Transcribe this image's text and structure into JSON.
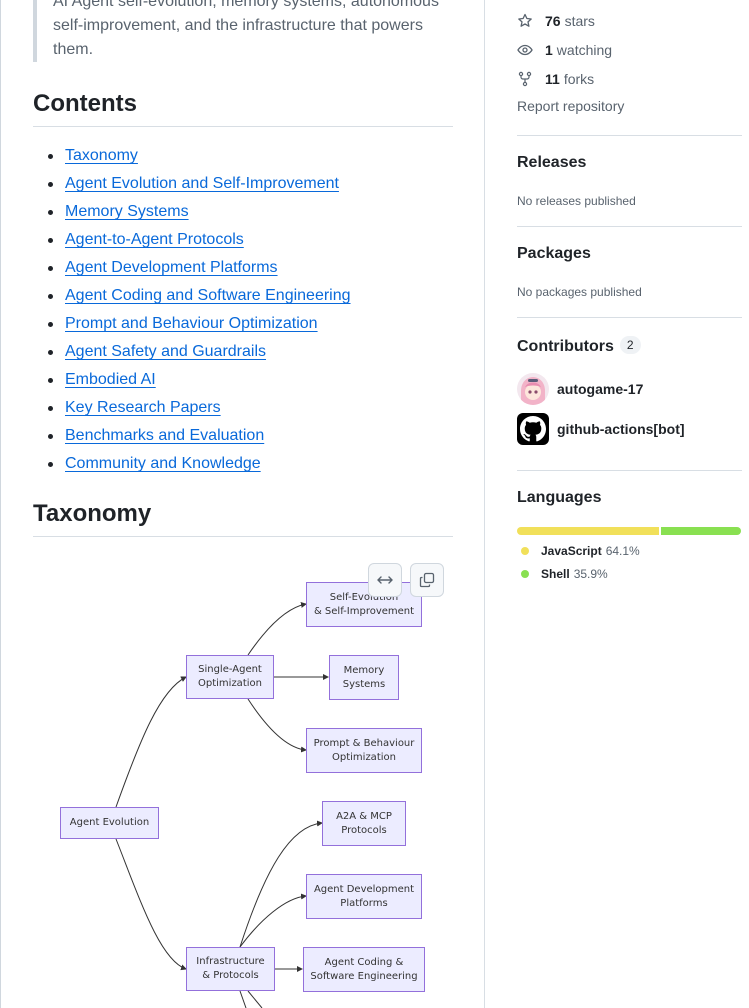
{
  "readme": {
    "description": "AI Agent self-evolution, memory systems, autonomous self-improvement, and the infrastructure that powers them.",
    "contents_heading": "Contents",
    "toc": [
      "Taxonomy",
      "Agent Evolution and Self-Improvement",
      "Memory Systems",
      "Agent-to-Agent Protocols",
      "Agent Development Platforms",
      "Agent Coding and Software Engineering",
      "Prompt and Behaviour Optimization",
      "Agent Safety and Guardrails",
      "Embodied AI",
      "Key Research Papers",
      "Benchmarks and Evaluation",
      "Community and Knowledge"
    ],
    "taxonomy_heading": "Taxonomy"
  },
  "diagram": {
    "nodes": {
      "root": "Agent Evolution",
      "single": [
        "Single-Agent",
        "Optimization"
      ],
      "selfevo": [
        "Self-Evolution",
        "& Self-Improvement"
      ],
      "memory": [
        "Memory",
        "Systems"
      ],
      "prompt": [
        "Prompt & Behaviour",
        "Optimization"
      ],
      "infra": [
        "Infrastructure",
        "& Protocols"
      ],
      "a2a": [
        "A2A & MCP",
        "Protocols"
      ],
      "platforms": [
        "Agent Development",
        "Platforms"
      ],
      "coding": [
        "Agent Coding &",
        "Software Engineering"
      ]
    },
    "icons": {
      "expand": "arrows-horizontal-icon",
      "copy": "copy-icon"
    },
    "colors": {
      "node_fill": "#ececff",
      "node_stroke": "#9370db",
      "edge": "#333333"
    }
  },
  "sidebar": {
    "stars_count": "76",
    "stars_label": "stars",
    "watching_count": "1",
    "watching_label": "watching",
    "forks_count": "11",
    "forks_label": "forks",
    "report": "Report repository",
    "releases_heading": "Releases",
    "releases_text": "No releases published",
    "packages_heading": "Packages",
    "packages_text": "No packages published",
    "contributors_heading": "Contributors",
    "contributors_count": "2",
    "contributors": [
      "autogame-17",
      "github-actions[bot]"
    ],
    "languages_heading": "Languages",
    "languages": [
      {
        "name": "JavaScript",
        "percent": "64.1%",
        "share": 64.1,
        "color": "#f1e05a"
      },
      {
        "name": "Shell",
        "percent": "35.9%",
        "share": 35.9,
        "color": "#89e051"
      }
    ]
  }
}
